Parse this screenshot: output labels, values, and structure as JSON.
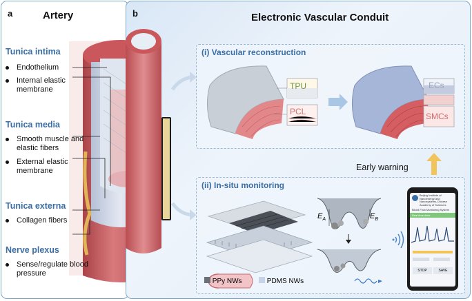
{
  "panel_a": {
    "letter": "a",
    "title": "Artery",
    "sections": [
      {
        "heading": "Tunica intima",
        "items": [
          "Endothelium",
          "Internal elastic membrane"
        ]
      },
      {
        "heading": "Tunica media",
        "items": [
          "Smooth muscle and elastic fibers",
          "External elastic membrane"
        ]
      },
      {
        "heading": "Tunica externa",
        "items": [
          "Collagen fibers"
        ]
      },
      {
        "heading": "Nerve plexus",
        "items": [
          "Sense/regulate blood pressure"
        ]
      }
    ]
  },
  "panel_b": {
    "letter": "b",
    "title": "Electronic Vascular Conduit",
    "sub1": {
      "title": "(i) Vascular reconstruction",
      "labels": {
        "tpu": "TPU",
        "pcl": "PCL",
        "ecs": "ECs",
        "smcs": "SMCs"
      }
    },
    "early_warning": "Early warning",
    "sub2": {
      "title": "(ii) In-situ monitoring",
      "energy_a": "E",
      "energy_a_sub": "A",
      "energy_b": "E",
      "energy_b_sub": "B",
      "legend": [
        "PPy NWs",
        "PDMS NWs"
      ]
    },
    "phone": {
      "header": "Beijing Institute of Nanoenergy and Nanosystems,Chinese Academy of Sciences",
      "system": "Blood Flow Monitoring System",
      "realtime": "Real time data:",
      "stop": "STOP",
      "save": "SAVE"
    }
  },
  "colors": {
    "panel_border": "#7aa6c8",
    "heading_blue": "#3a6ea5",
    "vessel_red": "#c9575c",
    "tpu_green": "#6d9a3e",
    "pcl_red": "#d36b6b",
    "cell_gray": "#9aa7b8"
  }
}
